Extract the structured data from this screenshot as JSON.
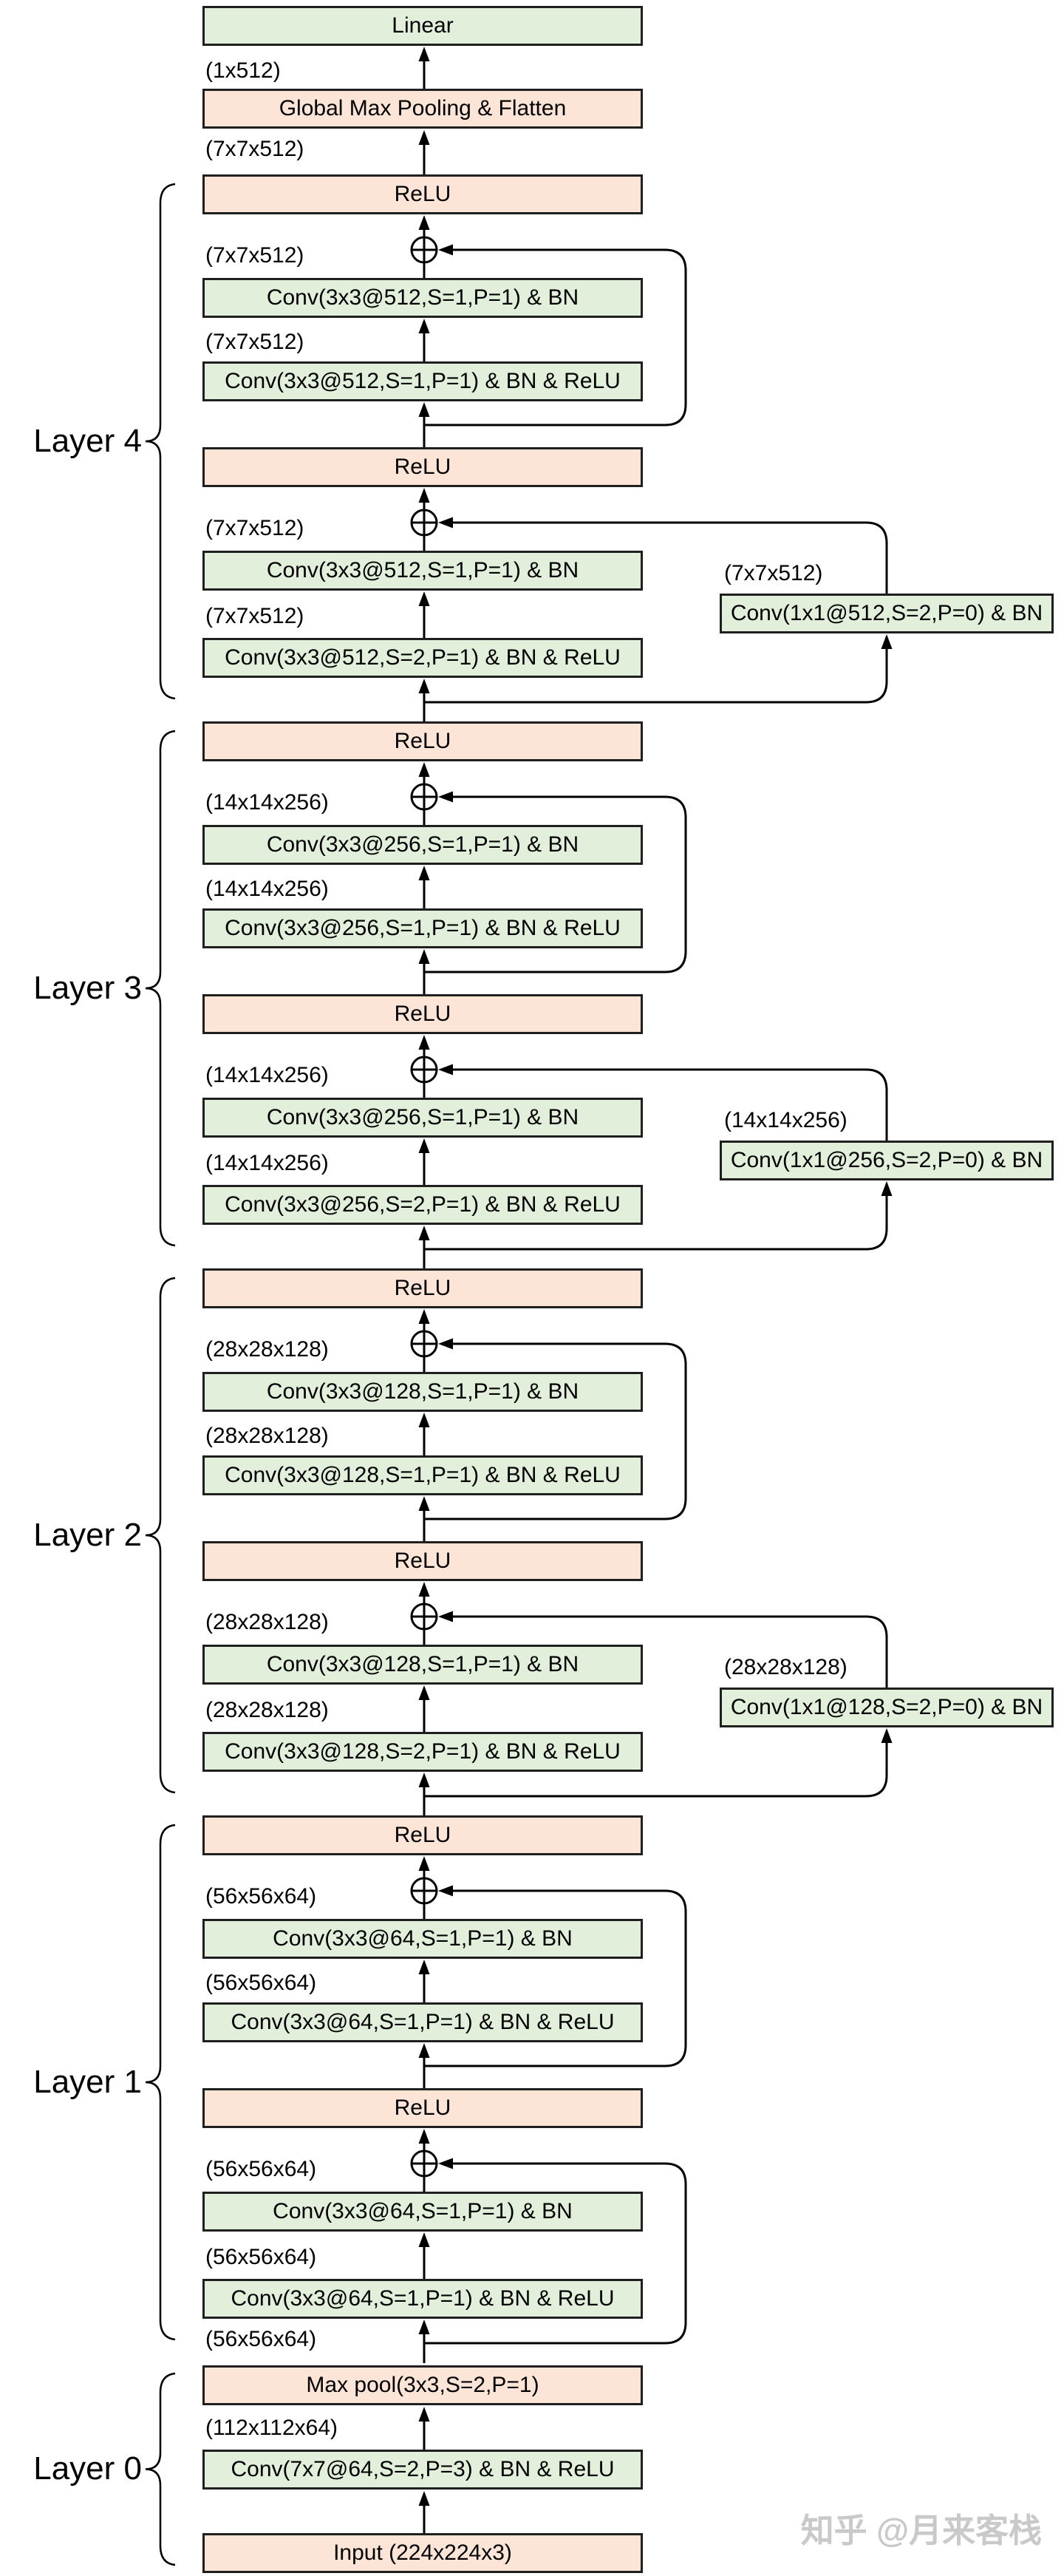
{
  "palette": {
    "green_box_fill": "#e2efda",
    "orange_box_fill": "#fce4d6",
    "box_border": "#1f1f1f",
    "line_color": "#000000",
    "watermark_color": "#c9c9c9"
  },
  "top": {
    "linear": "Linear",
    "dim_linear_in": "(1x512)",
    "gmp": "Global Max Pooling & Flatten",
    "dim_gmp_in": "(7x7x512)"
  },
  "layers": [
    {
      "name": "Layer 4",
      "dim": "(7x7x512)",
      "relu": "ReLU",
      "conv_bn": "Conv(3x3@512,S=1,P=1) & BN",
      "conv_bn_relu": "Conv(3x3@512,S=1,P=1) & BN & ReLU",
      "conv_down": "Conv(3x3@512,S=2,P=1) & BN & ReLU",
      "side": "Conv(1x1@512,S=2,P=0) & BN"
    },
    {
      "name": "Layer 3",
      "dim": "(14x14x256)",
      "relu": "ReLU",
      "conv_bn": "Conv(3x3@256,S=1,P=1) & BN",
      "conv_bn_relu": "Conv(3x3@256,S=1,P=1) & BN & ReLU",
      "conv_down": "Conv(3x3@256,S=2,P=1) & BN & ReLU",
      "side": "Conv(1x1@256,S=2,P=0) & BN"
    },
    {
      "name": "Layer 2",
      "dim": "(28x28x128)",
      "relu": "ReLU",
      "conv_bn": "Conv(3x3@128,S=1,P=1) & BN",
      "conv_bn_relu": "Conv(3x3@128,S=1,P=1) & BN & ReLU",
      "conv_down": "Conv(3x3@128,S=2,P=1) & BN & ReLU",
      "side": "Conv(1x1@128,S=2,P=0) & BN"
    },
    {
      "name": "Layer 1",
      "dim": "(56x56x64)",
      "relu": "ReLU",
      "conv_bn": "Conv(3x3@64,S=1,P=1) & BN",
      "conv_bn_relu": "Conv(3x3@64,S=1,P=1) & BN & ReLU",
      "conv_down": "Conv(3x3@64,S=1,P=1) & BN & ReLU",
      "side": null
    }
  ],
  "layer0": {
    "name": "Layer 0",
    "dim_pool_out": "(56x56x64)",
    "maxpool": "Max pool(3x3,S=2,P=1)",
    "dim_conv_out": "(112x112x64)",
    "conv": "Conv(7x7@64,S=2,P=3) & BN &  ReLU",
    "input": "Input (224x224x3)"
  },
  "watermark": {
    "text": "知乎 @月来客栈"
  }
}
